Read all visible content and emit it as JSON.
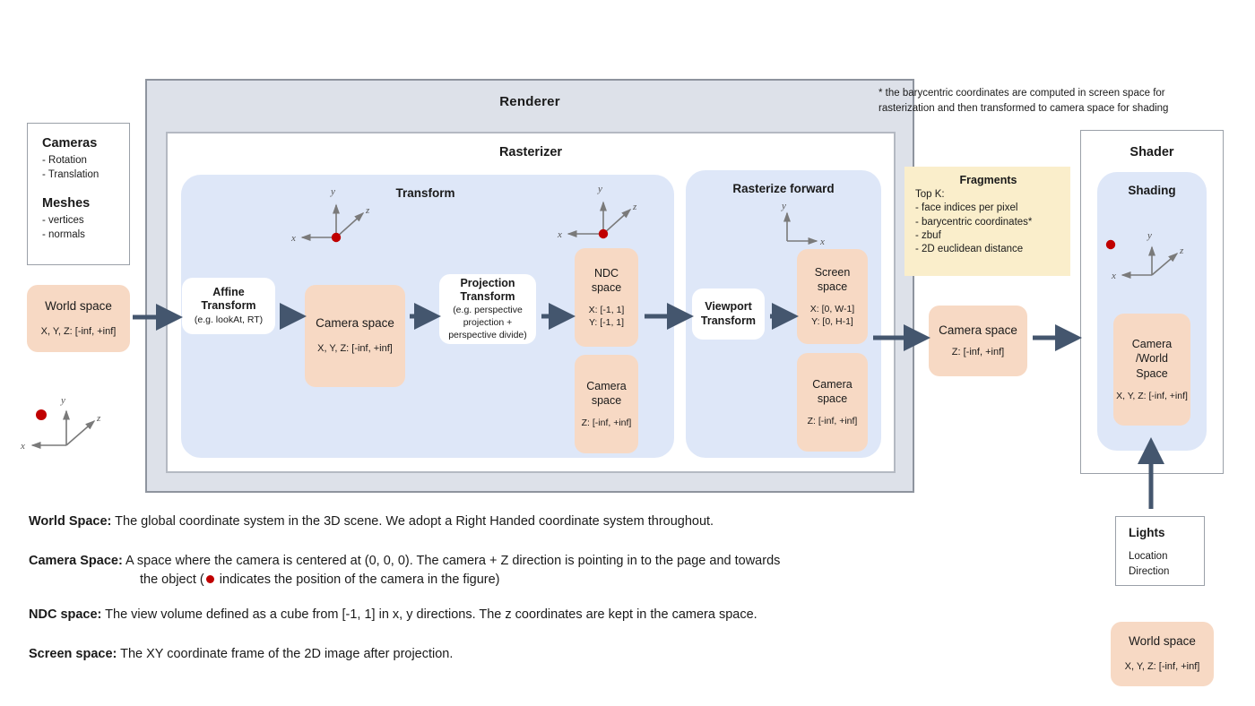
{
  "renderer": {
    "title": "Renderer",
    "footnote": "* the barycentric coordinates are computed in screen space for rasterization and then transformed to camera space for shading"
  },
  "rasterizer": {
    "title": "Rasterizer"
  },
  "transform_panel": {
    "title": "Transform"
  },
  "rasterize_forward_panel": {
    "title": "Rasterize forward"
  },
  "shader": {
    "title": "Shader",
    "shading_title": "Shading"
  },
  "inputs": {
    "cameras": {
      "heading": "Cameras",
      "items": [
        "- Rotation",
        "- Translation"
      ]
    },
    "meshes": {
      "heading": "Meshes",
      "items": [
        "- vertices",
        "- normals"
      ]
    }
  },
  "lights": {
    "heading": "Lights",
    "items": [
      "Location",
      "Direction"
    ]
  },
  "boxes": {
    "world_space": {
      "title": "World space",
      "range": "X, Y, Z: [-inf, +inf]"
    },
    "world_space_2": {
      "title": "World space",
      "range": "X, Y, Z: [-inf, +inf]"
    },
    "affine_transform": {
      "title_line1": "Affine",
      "title_line2": "Transform",
      "sub": "(e.g. lookAt, RT)"
    },
    "camera_space_1": {
      "title": "Camera space",
      "range": "X, Y, Z: [-inf, +inf]"
    },
    "projection_transform": {
      "title_line1": "Projection",
      "title_line2": "Transform",
      "sub_line1": "(e.g. perspective",
      "sub_line2": "projection +",
      "sub_line3": "perspective divide)"
    },
    "ndc_space": {
      "title_line1": "NDC",
      "title_line2": "space",
      "range_x": "X: [-1, 1]",
      "range_y": "Y: [-1, 1]"
    },
    "camera_space_2": {
      "title_line1": "Camera",
      "title_line2": "space",
      "range": "Z: [-inf, +inf]"
    },
    "viewport_transform": {
      "title_line1": "Viewport",
      "title_line2": "Transform"
    },
    "screen_space": {
      "title_line1": "Screen",
      "title_line2": "space",
      "range_x": "X: [0, W-1]",
      "range_y": "Y: [0,  H-1]"
    },
    "camera_space_3": {
      "title_line1": "Camera",
      "title_line2": "space",
      "range": "Z: [-inf, +inf]"
    },
    "camera_space_4": {
      "title": "Camera space",
      "range": "Z: [-inf, +inf]"
    },
    "camera_world_space": {
      "title_line1": "Camera",
      "title_line2": "/World",
      "title_line3": "Space",
      "range": "X, Y, Z: [-inf, +inf]"
    }
  },
  "fragments": {
    "title": "Fragments",
    "lines": [
      "Top K:",
      "- face indices per pixel",
      "- barycentric coordinates*",
      "- zbuf",
      "- 2D euclidean distance"
    ]
  },
  "axis_labels": {
    "x": "x",
    "y": "y",
    "z": "z"
  },
  "legend": [
    {
      "term": "World Space:",
      "text": " The global coordinate system in the 3D scene. We adopt a Right Handed coordinate system throughout.",
      "line2": ""
    },
    {
      "term": "Camera Space:",
      "text": " A space where the camera is centered at (0, 0, 0). The camera + Z direction is pointing in to the page and towards",
      "line2a": "the object (",
      "line2b": " indicates the position of the camera in the figure)"
    },
    {
      "term": "NDC space:",
      "text": " The view volume defined as a cube from [-1, 1] in x, y directions. The z coordinates are kept in the camera space.",
      "line2": ""
    },
    {
      "term": "Screen space:",
      "text": " The XY coordinate frame of the 2D image after projection.",
      "line2": ""
    }
  ],
  "colors": {
    "panel_gray": "#dde1e9",
    "panel_blue": "#dee7f8",
    "box_peach": "#f7d9c4",
    "box_yellow": "#faeecb",
    "arrow": "#44566e",
    "camera_dot": "#c00000"
  }
}
